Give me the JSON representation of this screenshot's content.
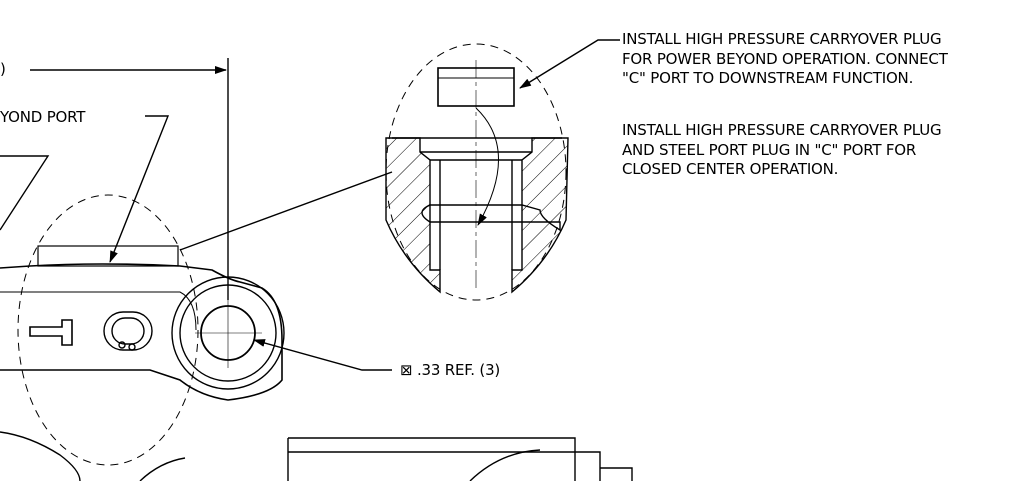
{
  "labels": {
    "partial_dim": ")",
    "beyond_port": "YOND PORT",
    "diameter_symbol": "⊠",
    "diameter_ref": ".33 REF. (3)"
  },
  "notes": {
    "power_beyond": [
      "INSTALL HIGH PRESSURE CARRYOVER PLUG",
      "FOR POWER BEYOND OPERATION.  CONNECT",
      "\"C\" PORT TO DOWNSTREAM FUNCTION."
    ],
    "closed_center": [
      "INSTALL HIGH PRESSURE CARRYOVER PLUG",
      "AND STEEL PORT PLUG IN \"C\" PORT FOR",
      "CLOSED CENTER OPERATION."
    ]
  },
  "colors": {
    "line": "#000000",
    "background": "#ffffff"
  }
}
